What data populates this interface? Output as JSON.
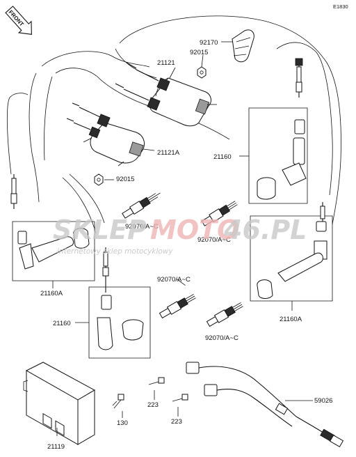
{
  "diagram_code": "E1830",
  "front_label": "FRONT",
  "watermark": {
    "brand_left": "SKLEP",
    "brand_mid": "MOTO",
    "brand_right": "46.PL",
    "tagline": "internetowy sklep motocyklowy"
  },
  "colors": {
    "watermark_grey": "#c9c9c9",
    "watermark_red": "#f0b5b5",
    "line": "#111111"
  },
  "parts": {
    "p92170": "92170",
    "p92015_top": "92015",
    "p21121": "21121",
    "p21121a": "21121A",
    "p92015_bottom": "92015",
    "p21160_right": "21160",
    "p92070_a": "92070/A~C",
    "p92070_b": "92070/A~C",
    "p21160a_left": "21160A",
    "p92070_c": "92070/A~C",
    "p21160_left": "21160",
    "p92070_d": "92070/A~C",
    "p21160a_right": "21160A",
    "p59026": "59026",
    "p223_a": "223",
    "p223_b": "223",
    "p130": "130",
    "p21119": "21119"
  }
}
